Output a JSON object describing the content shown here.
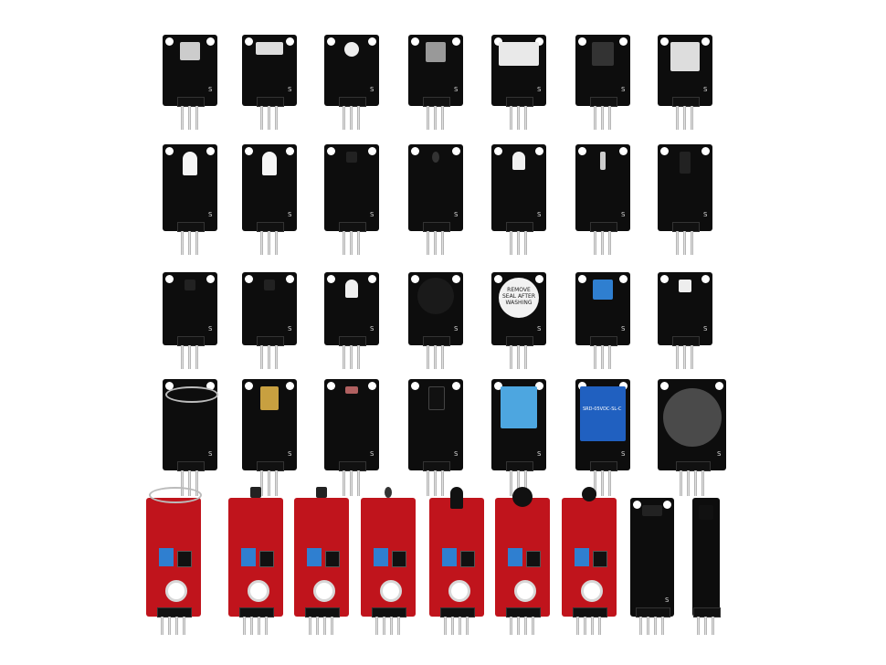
{
  "colors": {
    "black_board": "#0d0d0d",
    "red_board": "#c0141c",
    "pin": "#c8c8c8",
    "background": "#ffffff",
    "blue_part": "#2f7fd0",
    "white_part": "#e8e8e8"
  },
  "rows": [
    [
      {
        "board": "black",
        "part": "square-white"
      },
      {
        "board": "black",
        "part": "ir-pair"
      },
      {
        "board": "black",
        "part": "led-round"
      },
      {
        "board": "black",
        "part": "tact-switch"
      },
      {
        "board": "black",
        "part": "clear-block"
      },
      {
        "board": "black",
        "part": "slot-gap"
      },
      {
        "board": "black",
        "part": "white-button"
      }
    ],
    [
      {
        "board": "black",
        "part": "led-5mm"
      },
      {
        "board": "black",
        "part": "led-5mm"
      },
      {
        "board": "black",
        "part": "transistor"
      },
      {
        "board": "black",
        "part": "thermistor"
      },
      {
        "board": "black",
        "part": "led-clear"
      },
      {
        "board": "black",
        "part": "reed"
      },
      {
        "board": "black",
        "part": "small-sensor"
      }
    ],
    [
      {
        "board": "black",
        "part": "transistor"
      },
      {
        "board": "black",
        "part": "transistor"
      },
      {
        "board": "black",
        "part": "led-clear"
      },
      {
        "board": "black",
        "part": "buzzer-passive"
      },
      {
        "board": "black",
        "part": "buzzer-active"
      },
      {
        "board": "black",
        "part": "blue-tilt"
      },
      {
        "board": "black",
        "part": "rgb-smd"
      }
    ],
    [
      {
        "board": "black",
        "part": "reed-wire"
      },
      {
        "board": "black",
        "part": "laser"
      },
      {
        "board": "black",
        "part": "photoresistor"
      },
      {
        "board": "black",
        "part": "ir-receiver"
      },
      {
        "board": "black",
        "part": "dht11"
      },
      {
        "board": "black",
        "part": "relay"
      },
      {
        "board": "black",
        "part": "joystick"
      }
    ],
    [
      {
        "board": "red",
        "part": "reed-wire"
      },
      {
        "board": "red",
        "part": "transistor"
      },
      {
        "board": "red",
        "part": "transistor"
      },
      {
        "board": "red",
        "part": "thermistor"
      },
      {
        "board": "red",
        "part": "flame"
      },
      {
        "board": "red",
        "part": "mic-big"
      },
      {
        "board": "red",
        "part": "mic-small"
      },
      {
        "board": "black",
        "part": "tracking"
      },
      {
        "board": "black",
        "part": "tracking-narrow"
      }
    ]
  ],
  "labels": {
    "buzzer": "REMOVE SEAL AFTER WASHING",
    "pin_label": "S",
    "relay_text": "SRD-05VDC-SL-C"
  }
}
